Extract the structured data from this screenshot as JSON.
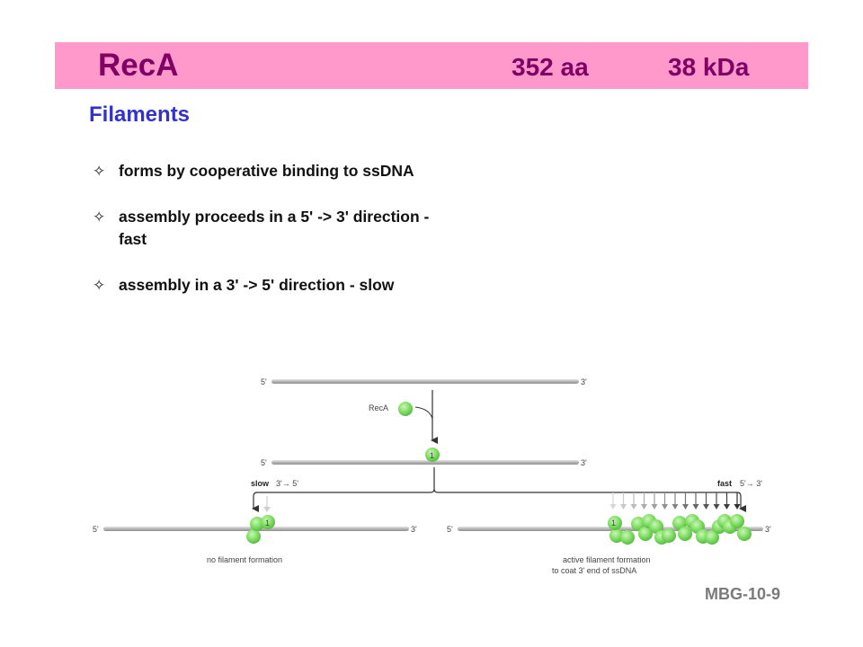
{
  "header": {
    "title": "RecA",
    "length": "352 aa",
    "mass": "38 kDa",
    "background_color": "#ff99cc",
    "text_color": "#800066"
  },
  "section_title": "Filaments",
  "bullets": [
    "forms by cooperative binding to ssDNA",
    "assembly proceeds in a 5' -> 3' direction - fast",
    "assembly in a 3' -> 5' direction - slow"
  ],
  "bullet_icon": "four-point-star-icon",
  "figure": {
    "end_5": "5'",
    "end_3": "3'",
    "protein_label": "RecA",
    "monomer_number": "1",
    "slow_label": "slow",
    "slow_direction": "3'→ 5'",
    "fast_label": "fast",
    "fast_direction": "5'→ 3'",
    "left_caption": "no filament formation",
    "right_caption_line1": "active filament formation",
    "right_caption_line2": "to coat 3' end of ssDNA",
    "protein_color": "#77dd66",
    "dna_color": "#bbbbbb"
  },
  "figure_code": "MBG-10-9"
}
